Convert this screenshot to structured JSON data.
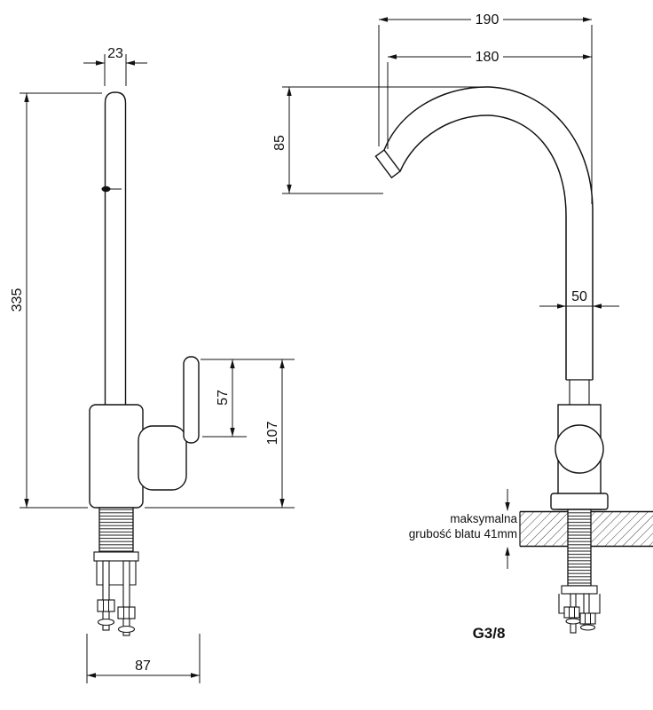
{
  "diagram": {
    "left_view": {
      "dim_top_width": "23",
      "dim_total_height": "335",
      "dim_handle_height": "57",
      "dim_body_height": "107",
      "dim_base_width": "87"
    },
    "right_view": {
      "dim_reach_outer": "190",
      "dim_reach_inner": "180",
      "dim_spout_drop": "85",
      "dim_riser_width": "50",
      "counter_note_line1": "maksymalna",
      "counter_note_line2": "grubość blatu 41mm",
      "thread_size": "G3/8"
    }
  }
}
